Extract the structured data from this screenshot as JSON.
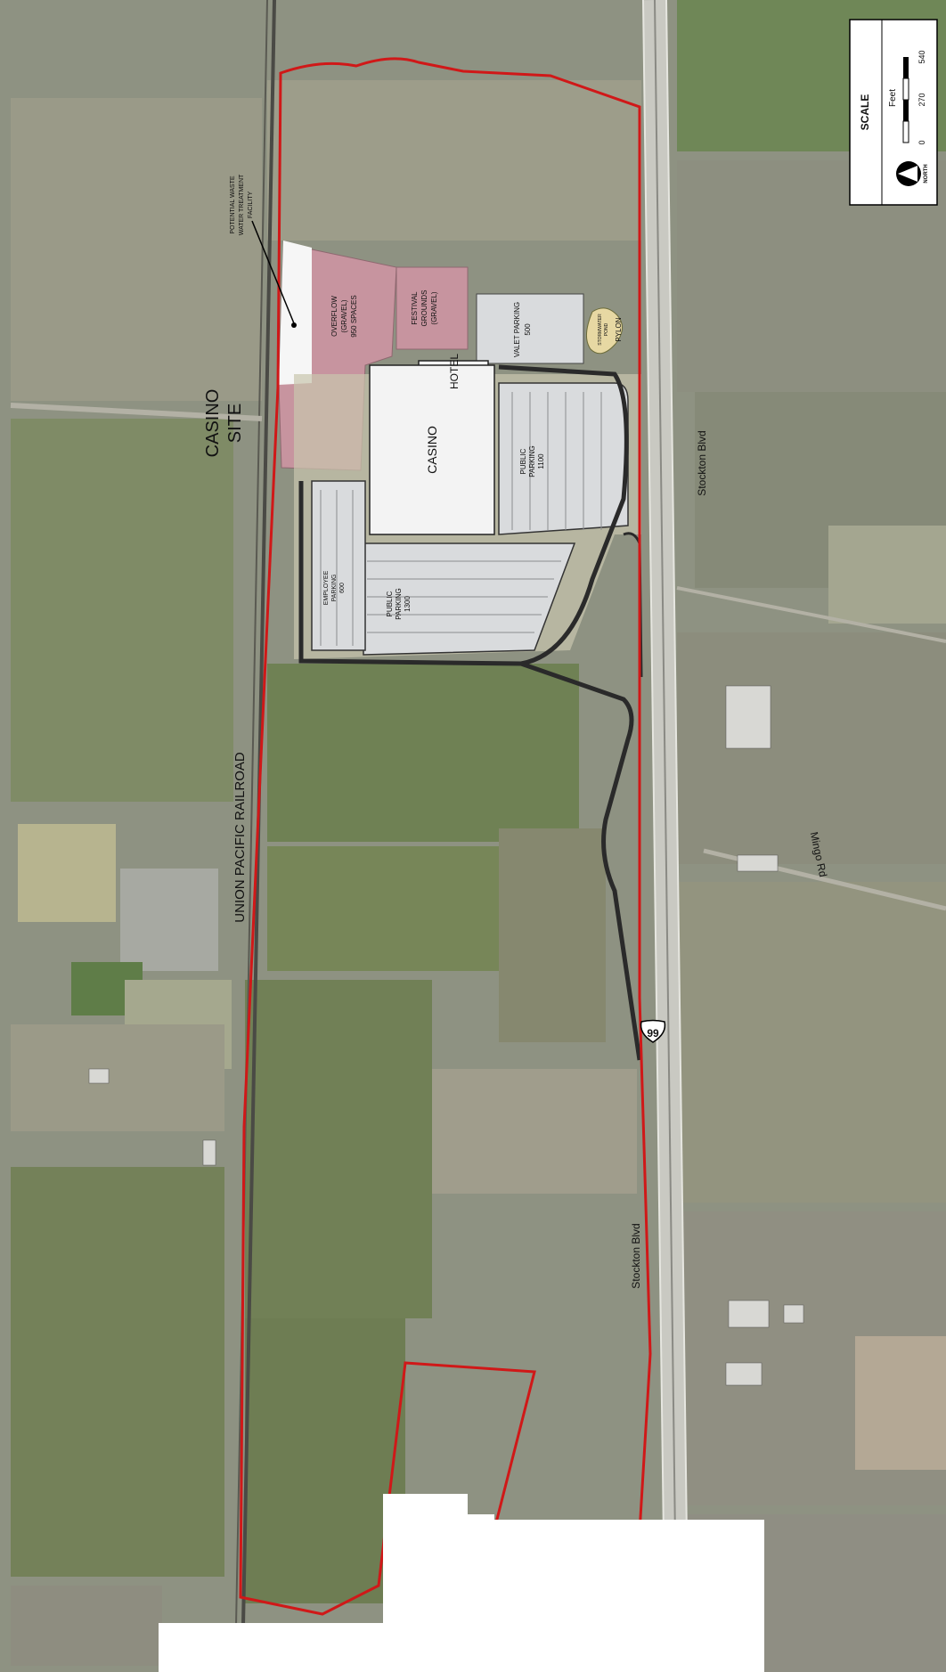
{
  "site": {
    "title_line1": "CASINO",
    "title_line2": "SITE"
  },
  "roads": {
    "railroad": "UNION PACIFIC RAILROAD",
    "stockton_east": "Stockton Blvd",
    "stockton_west": "Stockton Blvd",
    "mingo": "Mingo Rd",
    "highway_shield": "99"
  },
  "facilities": {
    "wastewater_line1": "POTENTIAL WASTE",
    "wastewater_line2": "WATER TREATMENT",
    "wastewater_line3": "FACILITY",
    "overflow_line1": "OVERFLOW",
    "overflow_line2": "(GRAVEL)",
    "overflow_line3": "950 SPACES",
    "festival_line1": "FESTIVAL",
    "festival_line2": "GROUNDS",
    "festival_line3": "(GRAVEL)",
    "valet_line1": "VALET PARKING",
    "valet_line2": "500",
    "stormwater_line1": "STORMWATER",
    "stormwater_line2": "POND",
    "pylon": "PYLON",
    "hotel": "HOTEL",
    "casino": "CASINO",
    "public_parking_east_line1": "PUBLIC",
    "public_parking_east_line2": "PARKING",
    "public_parking_east_line3": "1100",
    "public_parking_south_line1": "PUBLIC",
    "public_parking_south_line2": "PARKING",
    "public_parking_south_line3": "1300",
    "employee_parking_line1": "EMPLOYEE",
    "employee_parking_line2": "PARKING",
    "employee_parking_line3": "600"
  },
  "scale": {
    "title": "SCALE",
    "unit": "Feet",
    "ticks": [
      "0",
      "270",
      "540"
    ],
    "north_label": "NORTH"
  },
  "colors": {
    "boundary": "#d01818",
    "field_green": "#7d8a63",
    "field_tan": "#9c9a86",
    "gravel_pink": "#c7949f",
    "parking_gray": "#d9dbdd",
    "building": "#f3f3f3"
  }
}
